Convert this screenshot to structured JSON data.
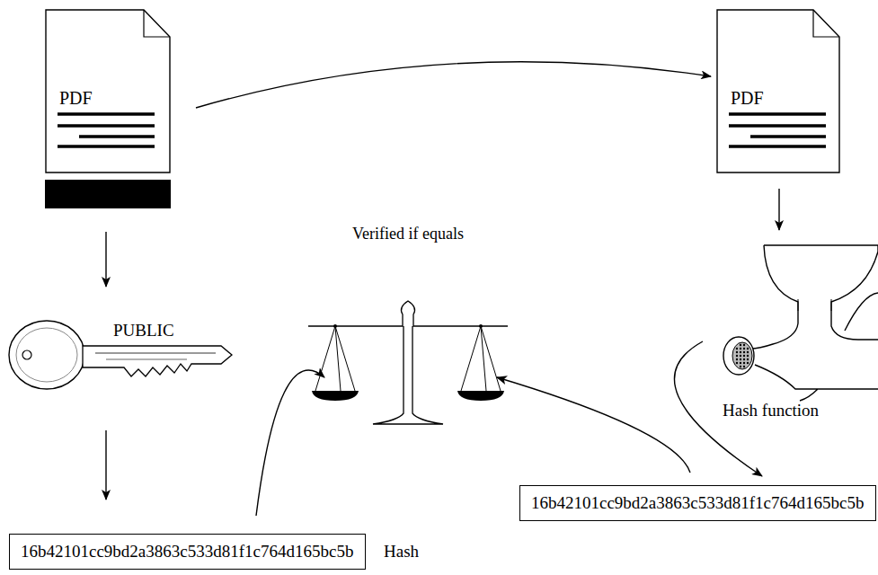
{
  "diagram": {
    "nodes": [
      {
        "text": [
          "PDF"
        ]
      },
      {
        "text": [
          "PDF"
        ]
      },
      {
        "text": [
          "Verified if equals"
        ]
      },
      {
        "text": [
          "PUBLIC"
        ]
      },
      {
        "text": [
          "Hash function"
        ]
      },
      {
        "text": [
          "16b42101cc9bd2a3863c533d81f1c764d165bc5b"
        ]
      },
      {
        "text": [
          "16b42101cc9bd2a3863c533d81f1c764d165bc5b"
        ]
      }
    ],
    "edges": [
      {
        "from": 0,
        "to": 1,
        "arrow": "to"
      },
      {
        "from": 0,
        "to": 3,
        "arrow": "to"
      },
      {
        "from": 3,
        "to": 6,
        "arrow": "to"
      },
      {
        "from": 1,
        "to": 4,
        "arrow": "to"
      },
      {
        "from": 4,
        "to": 5,
        "arrow": "to"
      },
      {
        "from": 6,
        "to": 2,
        "arrow": "to"
      },
      {
        "from": 5,
        "to": 2,
        "arrow": "to"
      }
    ],
    "labels": [
      "Hash"
    ]
  }
}
